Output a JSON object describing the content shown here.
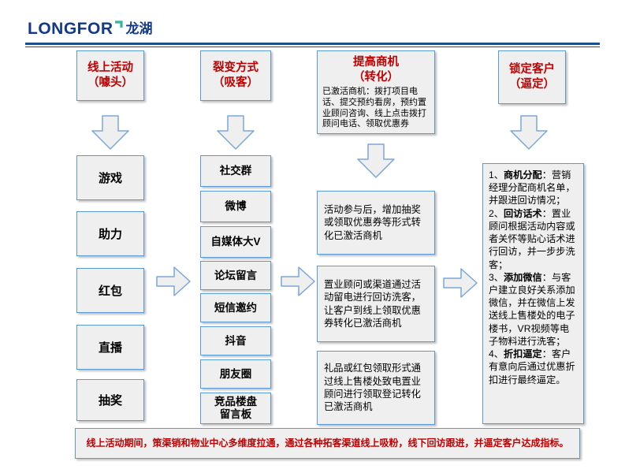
{
  "logo": {
    "wordmark": "LONGFOR",
    "cjk": "龙湖"
  },
  "colors": {
    "accent_red": "#C00000",
    "border_blue": "#5B9BD5",
    "box_fill": "#EFEFEF",
    "rule_navy": "#1F4E8C",
    "logo_navy": "#13388C",
    "logo_teal": "#35B3A9"
  },
  "columns": [
    {
      "header": {
        "line1": "线上活动",
        "line2": "（噱头）"
      },
      "items": [
        "游戏",
        "助力",
        "红包",
        "直播",
        "抽奖"
      ]
    },
    {
      "header": {
        "line1": "裂变方式",
        "line2": "（吸客）"
      },
      "items": [
        "社交群",
        "微博",
        "自媒体大V",
        "论坛留言",
        "短信邀约",
        "抖音",
        "朋友圈",
        "竞品楼盘留言板"
      ]
    },
    {
      "header": {
        "line1": "提高商机",
        "line2": "（转化）",
        "note": "已激活商机：拨打项目电话、提交预约看房，预约置业顾问咨询、线上点击拨打顾问电话、领取优惠券"
      },
      "items": [
        "活动参与后，增加抽奖或领取优惠券等形式转化已激活商机",
        "置业顾问或渠道通过活动留电进行回访洗客，让客户到线上领取优惠券转化已激活商机",
        "礼品或红包领取形式通过线上售楼处致电置业顾问进行领取登记转化已激活商机"
      ]
    },
    {
      "header": {
        "line1": "锁定客户",
        "line2": "（逼定）"
      },
      "segments": [
        {
          "num": "1、",
          "lead": "商机分配",
          "text": "：营销经理分配商机名单，并跟进回访情况；"
        },
        {
          "num": "2、",
          "lead": "回访话术",
          "text": "：置业顾问根据活动内容或者关怀等贴心话术进行回访，并一步步洗客；"
        },
        {
          "num": "3、",
          "lead": "添加微信",
          "text": "：与客户建立良好关系添加微信，并在微信上发送线上售楼处的电子楼书，VR视频等电子物料进行洗客；"
        },
        {
          "num": "4、",
          "lead": "折扣逼定",
          "text": "：客户有意向后通过优惠折扣进行最终逼定。"
        }
      ]
    }
  ],
  "footer": {
    "text": "线上活动期间，策渠销和物业中心多维度拉通，通过各种拓客渠道线上吸粉，线下回访跟进，并逼定客户达成指标。"
  }
}
